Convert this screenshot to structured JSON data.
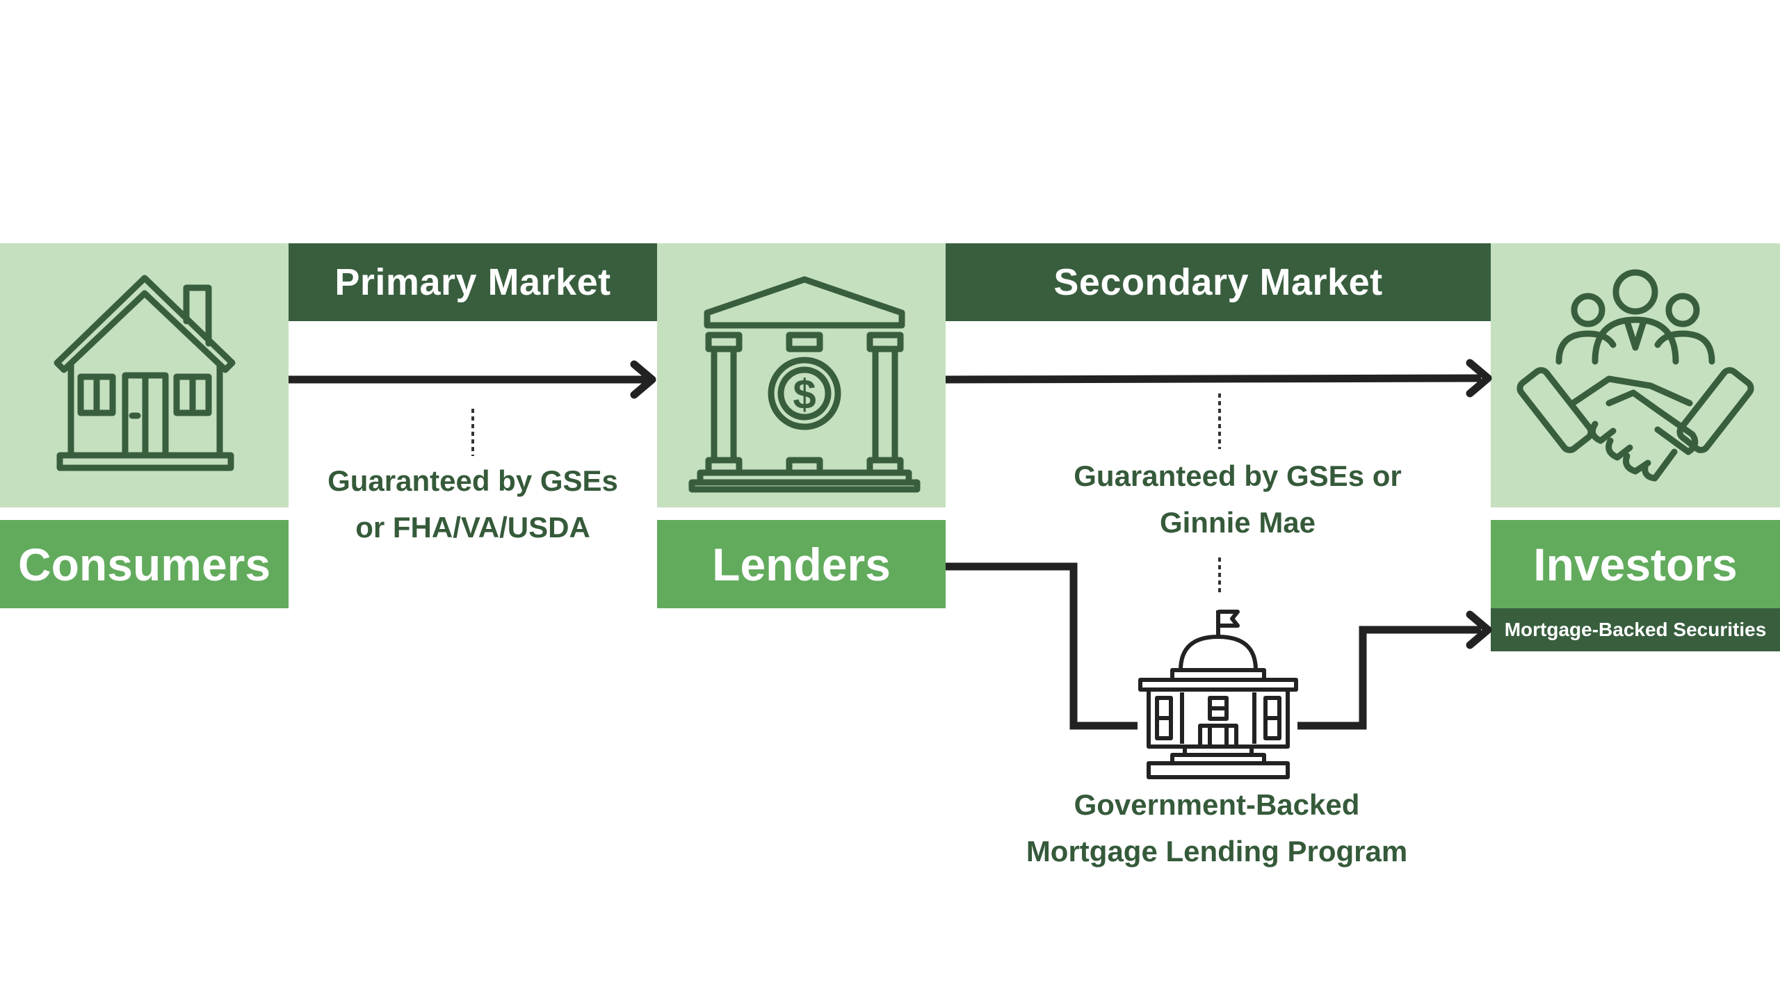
{
  "primary_market": {
    "label": "Primary Market"
  },
  "secondary_market": {
    "label": "Secondary Market"
  },
  "consumers": {
    "label": "Consumers",
    "icon": "house-icon"
  },
  "lenders": {
    "label": "Lenders",
    "icon": "bank-icon"
  },
  "investors": {
    "label": "Investors",
    "icon": "handshake-icon",
    "badge": "Mortgage-Backed Securities"
  },
  "primary_note": {
    "line1": "Guaranteed by GSEs",
    "line2": "or FHA/VA/USDA"
  },
  "secondary_note": {
    "line1": "Guaranteed by GSEs or",
    "line2": "Ginnie Mae"
  },
  "government_program": {
    "line1": "Government-Backed",
    "line2": "Mortgage Lending Program",
    "icon": "government-building-icon"
  },
  "colors": {
    "light_green": "#c5e0bf",
    "medium_green": "#62ab5d",
    "dark_green": "#385e3e",
    "text_green": "#355a3a",
    "arrow": "#222222"
  }
}
